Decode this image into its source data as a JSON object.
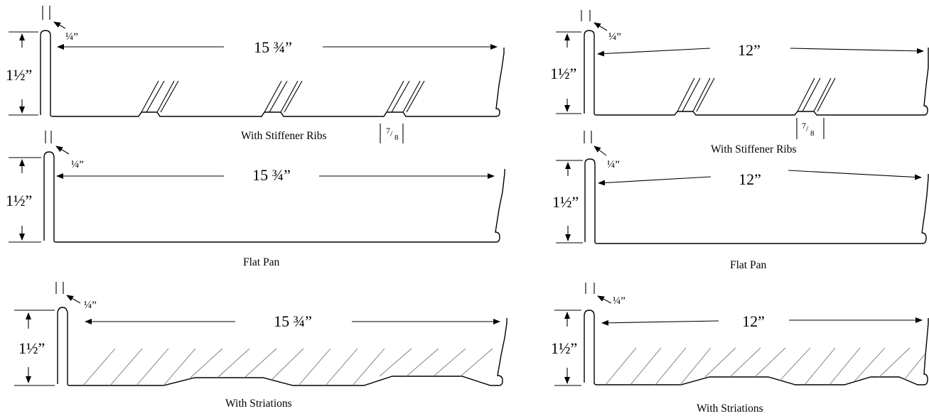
{
  "panels": {
    "left_ribs": {
      "width": "15 ¾”",
      "height": "1½”",
      "seam": "¼”",
      "rib_top": "7",
      "rib_bottom": "8",
      "caption": "With Stiffener Ribs"
    },
    "left_flat": {
      "width": "15 ¾”",
      "height": "1½”",
      "seam": "¼”",
      "caption": "Flat Pan"
    },
    "left_stri": {
      "width": "15 ¾”",
      "height": "1½”",
      "seam": "¼”",
      "caption": "With Striations"
    },
    "right_ribs": {
      "width": "12”",
      "height": "1½”",
      "seam": "¼”",
      "rib_top": "7",
      "rib_bottom": "8",
      "caption": "With Stiffener Ribs"
    },
    "right_flat": {
      "width": "12”",
      "height": "1½”",
      "seam": "¼”",
      "caption": "Flat Pan"
    },
    "right_stri": {
      "width": "12”",
      "height": "1½”",
      "seam": "¼”",
      "caption": "With Striations"
    }
  }
}
